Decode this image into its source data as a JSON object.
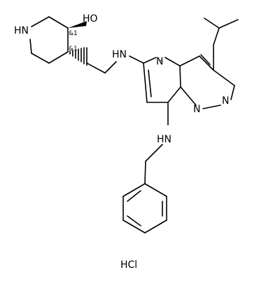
{
  "molecule": {
    "atoms": {
      "nh_ring": "HN",
      "oh": "HO",
      "nh_link": "HN",
      "n_pyrimidine": "N",
      "n_bridge": "N",
      "n_pyrazole": "N",
      "nh_benzyl": "HN"
    },
    "stereo_labels": {
      "c3": "&1",
      "c4": "&1"
    },
    "salt": "HCl"
  }
}
